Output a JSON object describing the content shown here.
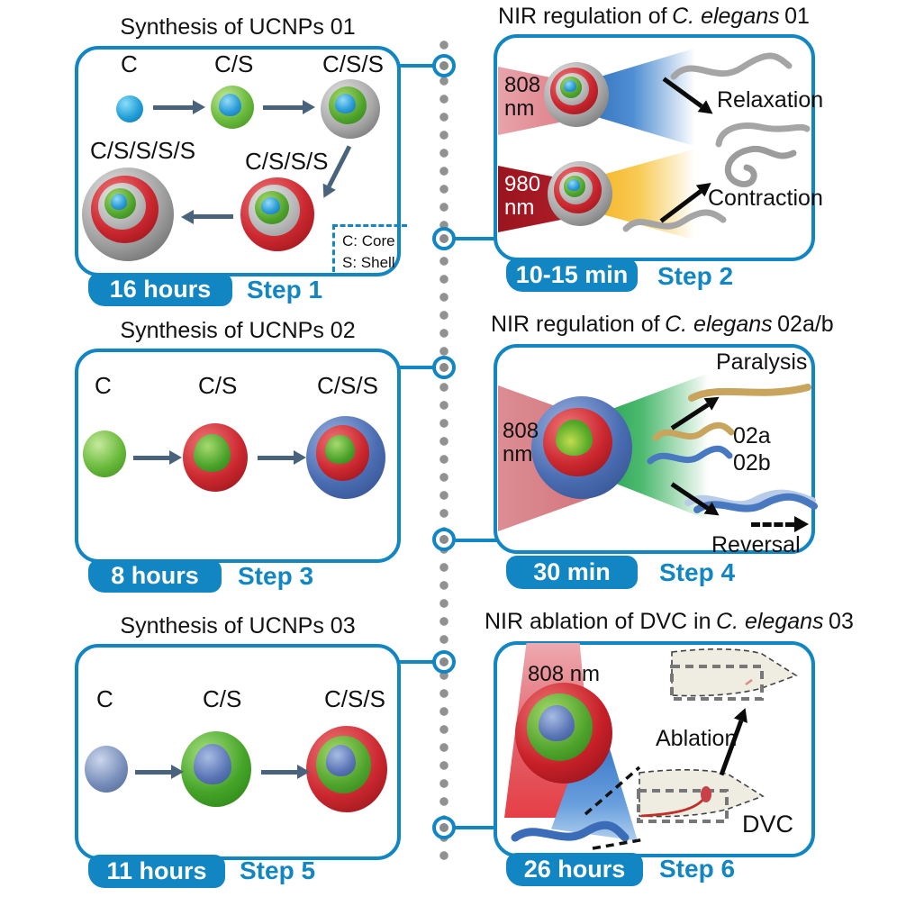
{
  "colors": {
    "accent": "#1186c3",
    "timeline_dot": "#919191",
    "worm_gray": "#a5a5a5",
    "worm_gold": "#c8a45c",
    "worm_blue": "#4878c0"
  },
  "panels": {
    "p1": {
      "title": "Synthesis of UCNPs 01",
      "label_c": "C",
      "label_cs": "C/S",
      "label_css": "C/S/S",
      "label_sssss": "C/S/S/S/S",
      "label_ssss": "C/S/S/S",
      "legend_core": "C: Core",
      "legend_shell": "S: Shell",
      "time": "16 hours",
      "step": "Step 1"
    },
    "p2": {
      "title_pre": "NIR regulation of",
      "title_italic": "C. elegans",
      "title_post": "01",
      "beam_top": "808 nm",
      "beam_bottom": "980 nm",
      "relaxation": "Relaxation",
      "contraction": "Contraction",
      "time": "10-15 min",
      "step": "Step 2"
    },
    "p3": {
      "title": "Synthesis of UCNPs 02",
      "label_c": "C",
      "label_cs": "C/S",
      "label_css": "C/S/S",
      "time": "8 hours",
      "step": "Step 3"
    },
    "p4": {
      "title_pre": "NIR regulation of",
      "title_italic": "C. elegans",
      "title_post": "02a/b",
      "beam": "808 nm",
      "paralysis": "Paralysis",
      "worm_a": "02a",
      "worm_b": "02b",
      "reversal": "Reversal",
      "time": "30 min",
      "step": "Step 4"
    },
    "p5": {
      "title": "Synthesis of UCNPs 03",
      "label_c": "C",
      "label_cs": "C/S",
      "label_css": "C/S/S",
      "time": "11 hours",
      "step": "Step 5"
    },
    "p6": {
      "title_pre": "NIR ablation of DVC in",
      "title_italic": "C. elegans",
      "title_post": "03",
      "beam": "808 nm",
      "ablation": "Ablation",
      "dvc": "DVC",
      "time": "26 hours",
      "step": "Step 6"
    }
  }
}
